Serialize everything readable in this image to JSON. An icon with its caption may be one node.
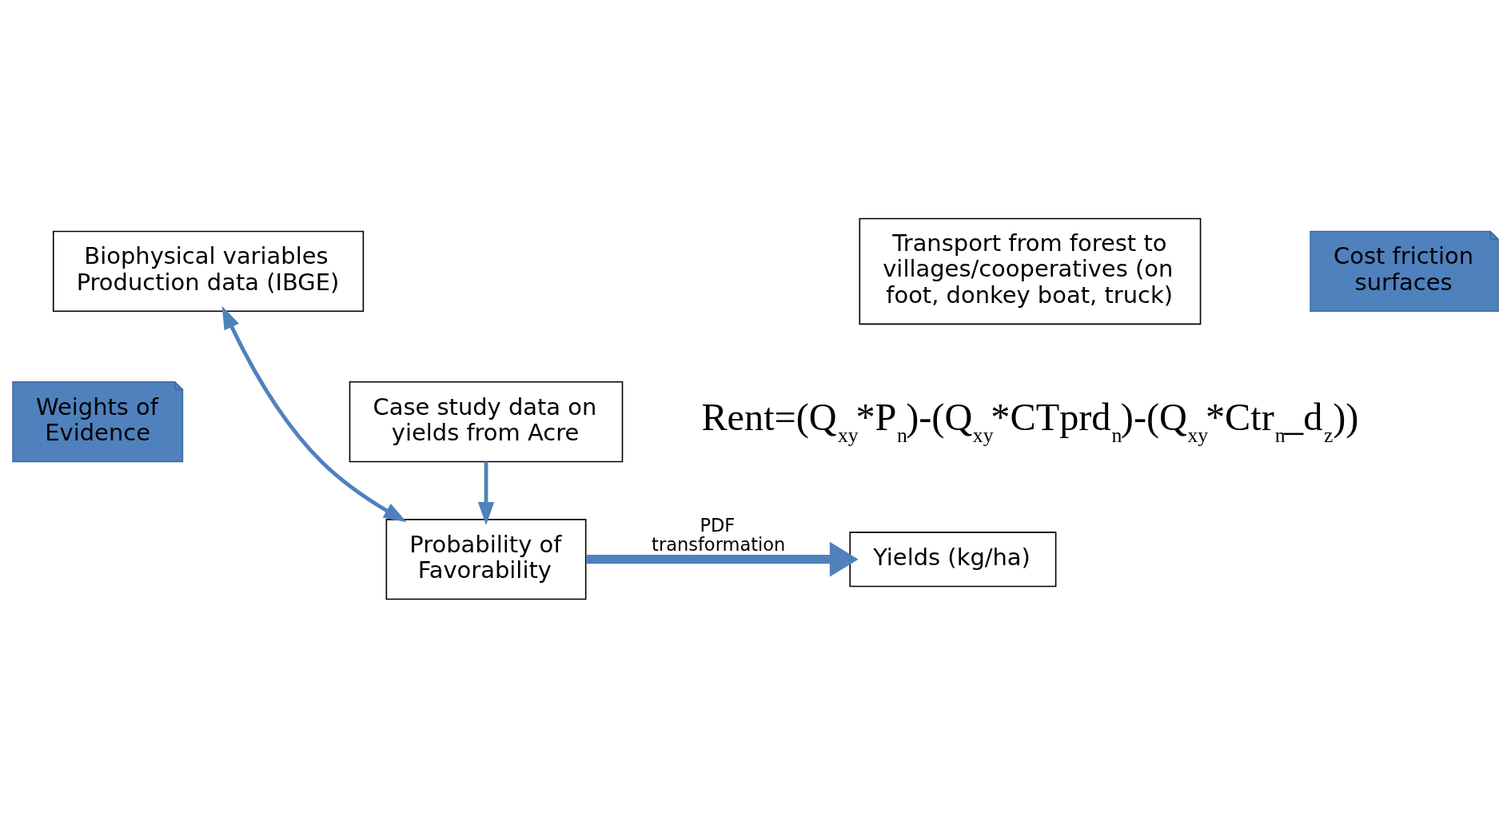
{
  "diagram": {
    "nodes": [
      {
        "text": [
          "Biophysical variables",
          "Production data (IBGE)"
        ]
      },
      {
        "text": [
          "Weights of Evidence"
        ]
      },
      {
        "text": [
          "Probability of Favorability"
        ]
      },
      {
        "text": [
          "Case study data on yields from Acre"
        ]
      },
      {
        "text": [
          "Transport from forest to villages/cooperatives (on foot, donkey boat, truck)"
        ]
      },
      {
        "text": [
          "Cost friction surfaces"
        ]
      },
      {
        "text": [
          "Yields (kg/ha)"
        ]
      }
    ],
    "edges": [
      {
        "from": 0,
        "to": 2,
        "arrow": "both"
      },
      {
        "from": 3,
        "to": 2,
        "arrow": "to"
      },
      {
        "from": 2,
        "to": 6,
        "arrow": "to",
        "label": "PDF transformation",
        "style": "thick"
      }
    ],
    "labels": [
      "Rent=(Q$_{xy}$*P$_{n}$)-(Q$_{xy}$*CTprd$_{n}$)-(Q$_{xy}$*Ctr$_{n}$_d$_{z}$))"
    ]
  }
}
